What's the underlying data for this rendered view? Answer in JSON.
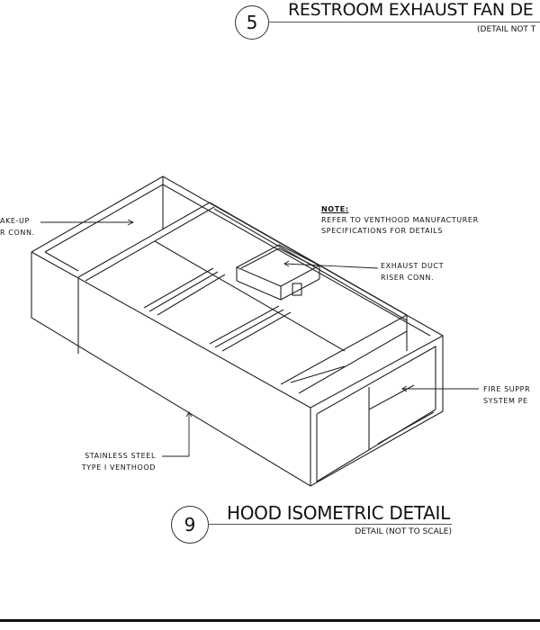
{
  "detail_5": {
    "number": "5",
    "title": "RESTROOM EXHAUST FAN DE",
    "subtitle": "(DETAIL NOT T"
  },
  "detail_9": {
    "number": "9",
    "title": "HOOD ISOMETRIC DETAIL",
    "subtitle": "DETAIL (NOT TO SCALE)"
  },
  "labels": {
    "makeup_1": "AKE-UP",
    "makeup_2": "R CONN.",
    "note_heading": "NOTE:",
    "note_1": "REFER TO VENTHOOD MANUFACTURER",
    "note_2": "SPECIFICATIONS FOR DETAILS",
    "exhaust_1": "EXHAUST DUCT",
    "exhaust_2": "RISER CONN.",
    "fire_1": "FIRE SUPPR",
    "fire_2": "SYSTEM PE",
    "hood_1": "STAINLESS STEEL",
    "hood_2": "TYPE I VENTHOOD"
  }
}
